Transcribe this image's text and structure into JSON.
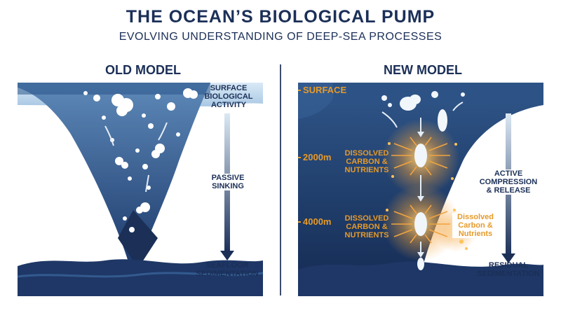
{
  "header": {
    "title": "THE OCEAN’S BIOLOGICAL PUMP",
    "subtitle": "EVOLVING UNDERSTANDING OF DEEP-SEA PROCESSES"
  },
  "old_model": {
    "title": "OLD MODEL",
    "surface_label_lines": [
      "SURFACE",
      "BIOLOGICAL",
      "ACTIVITY"
    ],
    "process_label_lines": [
      "PASSIVE",
      "SINKING"
    ],
    "bottom_label_lines": [
      "SEAFLOOR",
      "SEDIMENTATION"
    ]
  },
  "new_model": {
    "title": "NEW MODEL",
    "surface_label": "SURFACE",
    "depths": [
      "2000m",
      "4000m"
    ],
    "dissolved_label_lines": [
      "DISSOLVED",
      "CARBON &",
      "NUTRIENTS"
    ],
    "dissolved_label_right_lines": [
      "Dissolved",
      "Carbon &",
      "Nutrients"
    ],
    "process_label_lines": [
      "ACTIVE",
      "COMPRESSION",
      "& RELEASE"
    ],
    "bottom_label_lines": [
      "RESIDUAL",
      "SEDIMENTATION"
    ]
  },
  "colors": {
    "navy": "#1b2f57",
    "deep_blue": "#1f3c6e",
    "surface_blue": "#c9dff0",
    "glow_orange": "#e69a2a"
  }
}
